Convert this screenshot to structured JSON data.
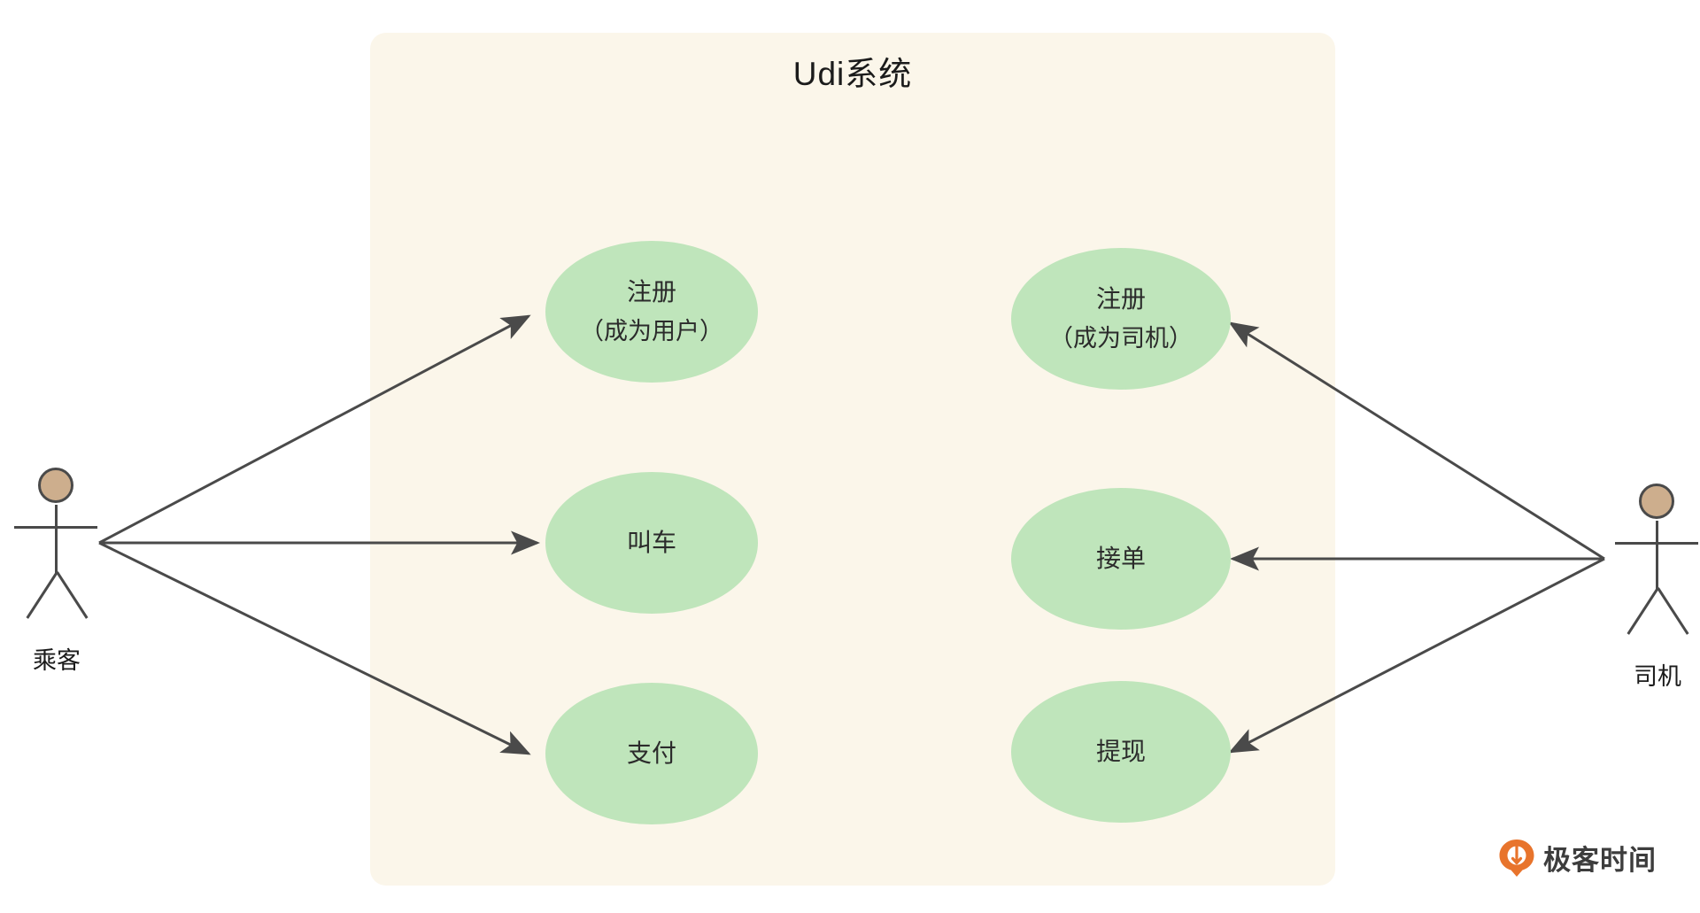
{
  "diagram": {
    "type": "uml-use-case",
    "system": {
      "title": "Udi系统",
      "fill": "#FBF6EA"
    },
    "colors": {
      "usecase_fill": "#BFE5BB",
      "actor_head_fill": "#CDAE8D",
      "stroke": "#4A4A4A",
      "brand_orange": "#E8742C"
    },
    "actors": [
      {
        "id": "passenger",
        "label": "乘客",
        "side": "left"
      },
      {
        "id": "driver",
        "label": "司机",
        "side": "right"
      }
    ],
    "usecases": [
      {
        "id": "register-user",
        "line1": "注册",
        "line2": "（成为用户）",
        "column": "left",
        "row": 1
      },
      {
        "id": "call-car",
        "line1": "叫车",
        "line2": "",
        "column": "left",
        "row": 2
      },
      {
        "id": "pay",
        "line1": "支付",
        "line2": "",
        "column": "left",
        "row": 3
      },
      {
        "id": "register-driver",
        "line1": "注册",
        "line2": "（成为司机）",
        "column": "right",
        "row": 1
      },
      {
        "id": "accept-order",
        "line1": "接单",
        "line2": "",
        "column": "right",
        "row": 2
      },
      {
        "id": "withdraw",
        "line1": "提现",
        "line2": "",
        "column": "right",
        "row": 3
      }
    ],
    "associations": [
      {
        "from": "passenger",
        "to": "register-user"
      },
      {
        "from": "passenger",
        "to": "call-car"
      },
      {
        "from": "passenger",
        "to": "pay"
      },
      {
        "from": "driver",
        "to": "register-driver"
      },
      {
        "from": "driver",
        "to": "accept-order"
      },
      {
        "from": "driver",
        "to": "withdraw"
      }
    ]
  },
  "watermark": {
    "text": "极客时间",
    "icon": "geektime-logo-icon"
  }
}
